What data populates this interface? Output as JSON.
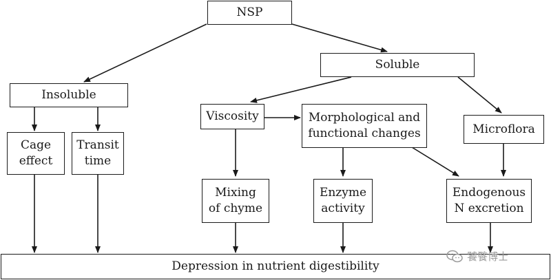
{
  "nodes": {
    "nsp": "NSP",
    "soluble": "Soluble",
    "insoluble": "Insoluble",
    "cage_effect": "Cage\neffect",
    "transit_time": "Transit\ntime",
    "viscosity": "Viscosity",
    "morph_changes": "Morphological and\nfunctional changes",
    "microflora": "Microflora",
    "mixing_chyme": "Mixing\nof chyme",
    "enzyme_activity": "Enzyme\nactivity",
    "endogenous_n": "Endogenous\nN excretion",
    "depression": "Depression in nutrient digestibility"
  },
  "watermark": {
    "text": "饕餮博士",
    "icon": "wechat-official-account-icon"
  },
  "colors": {
    "stroke": "#1a1a1a",
    "watermark": "#9a9a9a"
  }
}
